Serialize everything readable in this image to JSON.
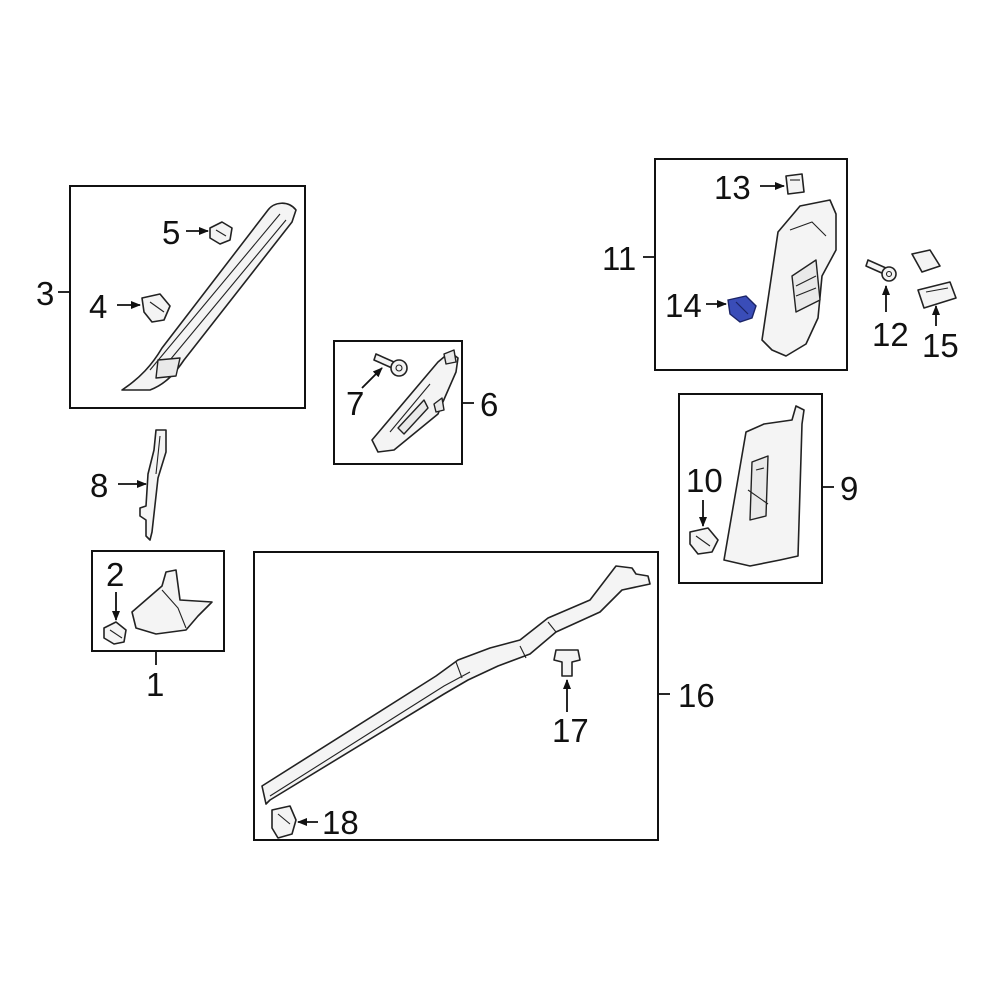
{
  "callouts": {
    "c1": "1",
    "c2": "2",
    "c3": "3",
    "c4": "4",
    "c5": "5",
    "c6": "6",
    "c7": "7",
    "c8": "8",
    "c9": "9",
    "c10": "10",
    "c11": "11",
    "c12": "12",
    "c13": "13",
    "c14": "14",
    "c15": "15",
    "c16": "16",
    "c17": "17",
    "c18": "18"
  },
  "colors": {
    "highlight": "#3a4db8",
    "line": "#111111",
    "part_fill": "#f4f4f4"
  }
}
